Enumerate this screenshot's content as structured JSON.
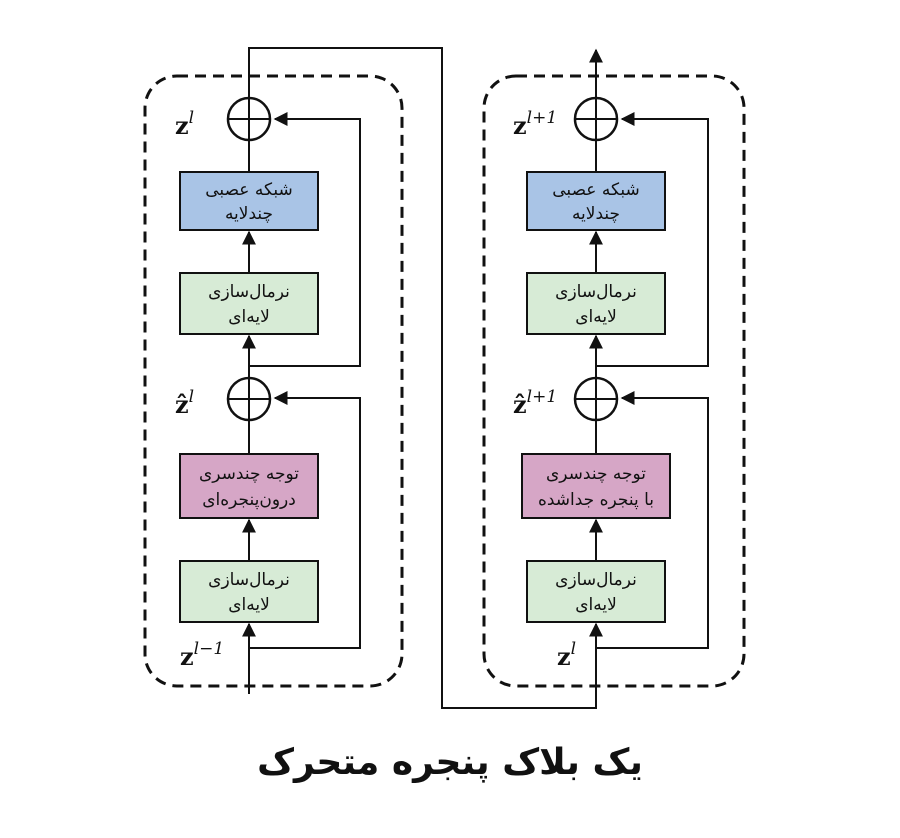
{
  "caption": "یک بلاک پنجره متحرک",
  "colors": {
    "mlp_fill": "#a9c4e6",
    "norm_fill": "#d7ebd6",
    "attention_fill": "#d6a6c6",
    "line": "#111111"
  },
  "left_block": {
    "mlp": [
      "شبکه عصبی",
      "چندلایه"
    ],
    "norm_top": [
      "نرمال‌سازی",
      "لایه‌ای"
    ],
    "attention": [
      "توجه چندسری",
      "درون‌پنجره‌ای"
    ],
    "norm_bottom": [
      "نرمال‌سازی",
      "لایه‌ای"
    ],
    "output_var": {
      "base": "z",
      "sup": "l"
    },
    "mid_var": {
      "base": "ẑ",
      "sup": "l"
    },
    "input_var": {
      "base": "z",
      "sup": "l−1"
    }
  },
  "right_block": {
    "mlp": [
      "شبکه عصبی",
      "چندلایه"
    ],
    "norm_top": [
      "نرمال‌سازی",
      "لایه‌ای"
    ],
    "attention": [
      "توجه چندسری",
      "با پنجره جداشده"
    ],
    "norm_bottom": [
      "نرمال‌سازی",
      "لایه‌ای"
    ],
    "output_var": {
      "base": "z",
      "sup": "l+1"
    },
    "mid_var": {
      "base": "ẑ",
      "sup": "l+1"
    },
    "input_var": {
      "base": "z",
      "sup": "l"
    }
  }
}
